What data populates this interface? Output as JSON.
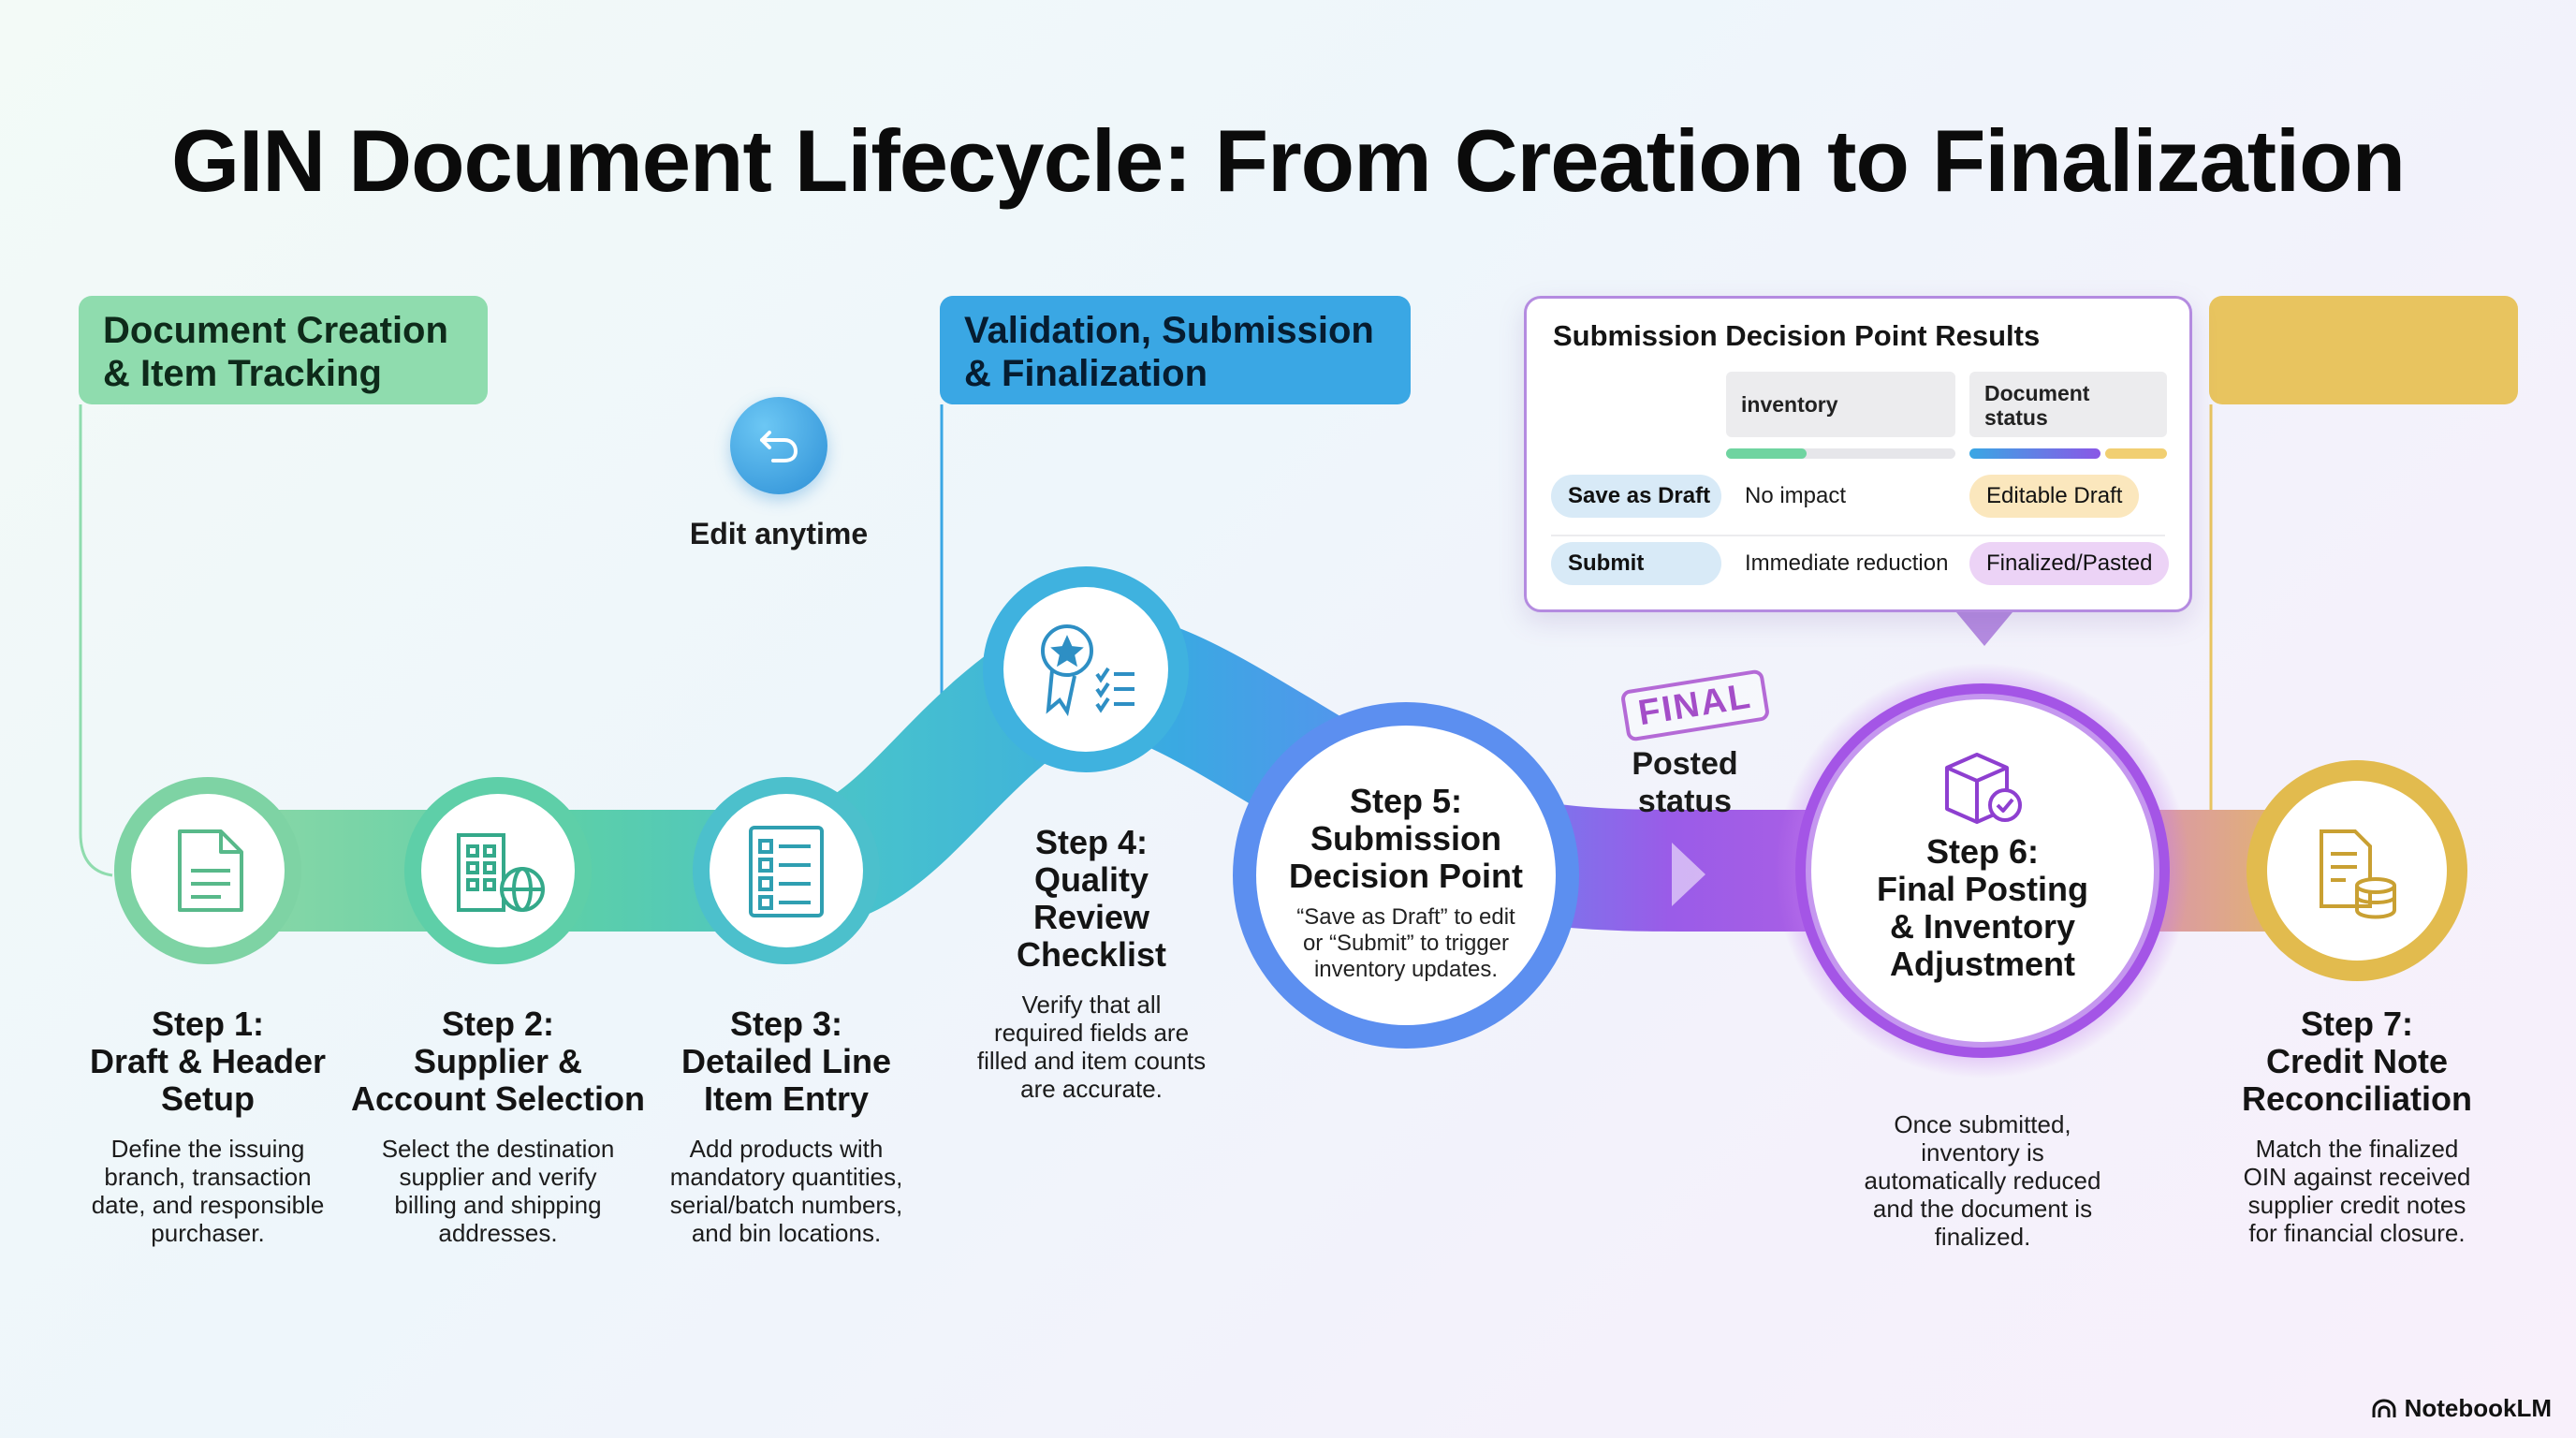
{
  "title": "GIN Document Lifecycle: From Creation to Finalization",
  "phases": [
    {
      "label": "Document Creation\n& Item Tracking",
      "color": "#8fdcae"
    },
    {
      "label": "Validation, Submission\n& Finalization",
      "color": "#3aa7e4"
    },
    {
      "label": "",
      "color": "#e8c45f"
    }
  ],
  "edit_anytime": {
    "label": "Edit anytime",
    "icon": "undo-arrow-icon"
  },
  "steps": [
    {
      "title": "Step 1:\nDraft & Header\nSetup",
      "desc": "Define the issuing\nbranch, transaction\ndate, and responsible\npurchaser.",
      "icon": "document-icon",
      "color": "#7ed3a4"
    },
    {
      "title": "Step 2:\nSupplier &\nAccount Selection",
      "desc": "Select the destination\nsupplier and verify\nbilling and shipping\naddresses.",
      "icon": "building-globe-icon",
      "color": "#5ecfa8"
    },
    {
      "title": "Step 3:\nDetailed Line\nItem Entry",
      "desc": "Add products with\nmandatory quantities,\nserial/batch numbers,\nand bin locations.",
      "icon": "checklist-icon",
      "color": "#4cc0cc"
    },
    {
      "title": "Step 4:\nQuality\nReview\nChecklist",
      "desc": "Verify that all\nrequired fields are\nfilled and item counts\nare accurate.",
      "icon": "award-checklist-icon",
      "color": "#3fb2df"
    },
    {
      "title": "Step 5:\nSubmission\nDecision Point",
      "desc": "“Save as Draft” to edit\nor “Submit” to trigger\ninventory updates.",
      "icon": "",
      "color": "#5c8ff0"
    },
    {
      "title": "Step 6:\nFinal Posting\n& Inventory\nAdjustment",
      "desc": "Once submitted,\ninventory is\nautomatically reduced\nand the document is\nfinalized.",
      "icon": "package-check-icon",
      "color": "#a455e6"
    },
    {
      "title": "Step 7:\nCredit Note\nReconciliation",
      "desc": "Match the finalized\nOIN against received\nsupplier credit notes\nfor financial closure.",
      "icon": "invoice-coins-icon",
      "color": "#e2bb4e"
    }
  ],
  "decision_card": {
    "title": "Submission Decision Point Results",
    "columns": [
      "inventory",
      "Document\nstatus"
    ],
    "rows": [
      {
        "label": "Save as Draft",
        "inventory": "No impact",
        "status": "Editable Draft",
        "status_color": "#fbe7bd"
      },
      {
        "label": "Submit",
        "inventory": "Immediate reduction",
        "status": "Finalized/Pasted",
        "status_color": "#ecd3f6"
      }
    ]
  },
  "final_stamp": "FINAL",
  "posted_status": "Posted\nstatus",
  "brand": "NotebookLM"
}
